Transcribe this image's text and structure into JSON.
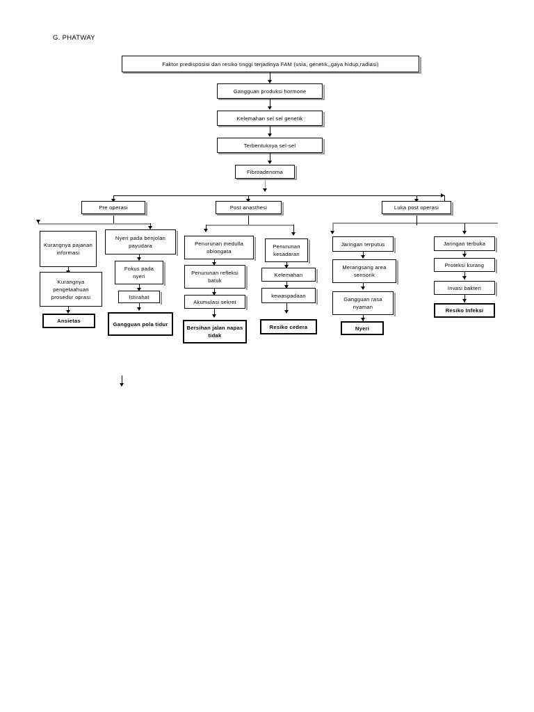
{
  "document": {
    "section_label": "G. PHATWAY"
  },
  "chart_data": {
    "type": "diagram",
    "title": "G. PHATWAY",
    "subtype": "pathophysiology-flowchart",
    "language": "id",
    "nodes": [
      {
        "id": "n1",
        "label": "Faktor predisposisi dan resiko tinggi terjadinya FAM (usia, genetik,,gaya hidup,radiasi)",
        "level": 0,
        "emphasis": "normal"
      },
      {
        "id": "n2",
        "label": "Gangguan produksi hormone",
        "level": 1,
        "emphasis": "normal"
      },
      {
        "id": "n3",
        "label": "Kelemahan sel sel genetik",
        "level": 2,
        "emphasis": "normal"
      },
      {
        "id": "n4",
        "label": "Terbentuknya sel-sel",
        "level": 3,
        "emphasis": "normal"
      },
      {
        "id": "n5",
        "label": "Fibroadenoma",
        "level": 4,
        "emphasis": "normal"
      },
      {
        "id": "b1",
        "label": "Pre operasi",
        "level": 5,
        "emphasis": "normal"
      },
      {
        "id": "b2",
        "label": "Post anasthesi",
        "level": 5,
        "emphasis": "normal"
      },
      {
        "id": "b3",
        "label": "Luka post operasi",
        "level": 5,
        "emphasis": "normal"
      },
      {
        "id": "c1a",
        "label": "Kurangnya pajanan informasi",
        "branch": "Pre operasi",
        "emphasis": "normal"
      },
      {
        "id": "c1b",
        "label": "Kurangnya pengetaahuan prosedur oprasi",
        "branch": "Pre operasi",
        "emphasis": "normal"
      },
      {
        "id": "c1c",
        "label": "Ansietas",
        "branch": "Pre operasi",
        "emphasis": "bold"
      },
      {
        "id": "c2a",
        "label": "Nyeri pada benjolan payudara",
        "branch": "Pre operasi",
        "emphasis": "normal"
      },
      {
        "id": "c2b",
        "label": "Fokus pada nyeri",
        "branch": "Pre operasi",
        "emphasis": "normal"
      },
      {
        "id": "c2c",
        "label": "Istirahat",
        "branch": "Pre operasi",
        "emphasis": "normal"
      },
      {
        "id": "c2d",
        "label": "Gangguan  pola tidur",
        "branch": "Pre operasi",
        "emphasis": "bold"
      },
      {
        "id": "c3a",
        "label": "Penurunan medulla oblongata",
        "branch": "Post anasthesi",
        "emphasis": "normal"
      },
      {
        "id": "c3b",
        "label": "Penurunan refleksi batuk",
        "branch": "Post anasthesi",
        "emphasis": "normal"
      },
      {
        "id": "c3c",
        "label": "Akumulasi sekret",
        "branch": "Post anasthesi",
        "emphasis": "normal"
      },
      {
        "id": "c3d",
        "label": "Bersihan jalan napas tidak",
        "branch": "Post anasthesi",
        "emphasis": "bold"
      },
      {
        "id": "c4a",
        "label": "Penurunan kesadaran",
        "branch": "Post anasthesi",
        "emphasis": "normal"
      },
      {
        "id": "c4b",
        "label": "Kelemahan",
        "branch": "Post anasthesi",
        "emphasis": "normal"
      },
      {
        "id": "c4c",
        "label": "kewaspadaan",
        "branch": "Post anasthesi",
        "emphasis": "normal"
      },
      {
        "id": "c4d",
        "label": "Resiko cedera",
        "branch": "Post anasthesi",
        "emphasis": "bold"
      },
      {
        "id": "c5a",
        "label": "Jaringan terputus",
        "branch": "Luka post operasi",
        "emphasis": "normal"
      },
      {
        "id": "c5b",
        "label": "Merangsang area sensorik",
        "branch": "Luka post operasi",
        "emphasis": "normal"
      },
      {
        "id": "c5c",
        "label": "Gangguan rasa nyaman",
        "branch": "Luka post operasi",
        "emphasis": "normal"
      },
      {
        "id": "c5d",
        "label": "Nyeri",
        "branch": "Luka post operasi",
        "emphasis": "bold"
      },
      {
        "id": "c6a",
        "label": "Jaringan terbuka",
        "branch": "Luka post operasi",
        "emphasis": "normal"
      },
      {
        "id": "c6b",
        "label": "Proteksi kurang",
        "branch": "Luka post operasi",
        "emphasis": "normal"
      },
      {
        "id": "c6c",
        "label": "Invasi bakteri",
        "branch": "Luka post operasi",
        "emphasis": "normal"
      },
      {
        "id": "c6d",
        "label": "Resiko Infeksi",
        "branch": "Luka post operasi",
        "emphasis": "bold"
      }
    ],
    "edges": [
      {
        "from": "n1",
        "to": "n2"
      },
      {
        "from": "n2",
        "to": "n3"
      },
      {
        "from": "n3",
        "to": "n4"
      },
      {
        "from": "n4",
        "to": "n5"
      },
      {
        "from": "n5",
        "to": "b1"
      },
      {
        "from": "n5",
        "to": "b2"
      },
      {
        "from": "n5",
        "to": "b3"
      },
      {
        "from": "b1",
        "to": "c1a"
      },
      {
        "from": "b1",
        "to": "c2a"
      },
      {
        "from": "c1a",
        "to": "c1b"
      },
      {
        "from": "c1b",
        "to": "c1c"
      },
      {
        "from": "c2a",
        "to": "c2b"
      },
      {
        "from": "c2b",
        "to": "c2c"
      },
      {
        "from": "c2c",
        "to": "c2d"
      },
      {
        "from": "b2",
        "to": "c3a"
      },
      {
        "from": "b2",
        "to": "c4a"
      },
      {
        "from": "c3a",
        "to": "c3b"
      },
      {
        "from": "c3b",
        "to": "c3c"
      },
      {
        "from": "c3c",
        "to": "c3d"
      },
      {
        "from": "c4a",
        "to": "c4b"
      },
      {
        "from": "c4b",
        "to": "c4c"
      },
      {
        "from": "c4c",
        "to": "c4d"
      },
      {
        "from": "b3",
        "to": "c5a"
      },
      {
        "from": "b3",
        "to": "c6a"
      },
      {
        "from": "c5a",
        "to": "c5b"
      },
      {
        "from": "c5b",
        "to": "c5c"
      },
      {
        "from": "c5c",
        "to": "c5d"
      },
      {
        "from": "c6a",
        "to": "c6b"
      },
      {
        "from": "c6b",
        "to": "c6c"
      },
      {
        "from": "c6c",
        "to": "c6d"
      }
    ],
    "colors": {
      "stroke": "#000000",
      "fill": "#ffffff",
      "shadow": "#9a9a9a",
      "text": "#000000"
    }
  }
}
